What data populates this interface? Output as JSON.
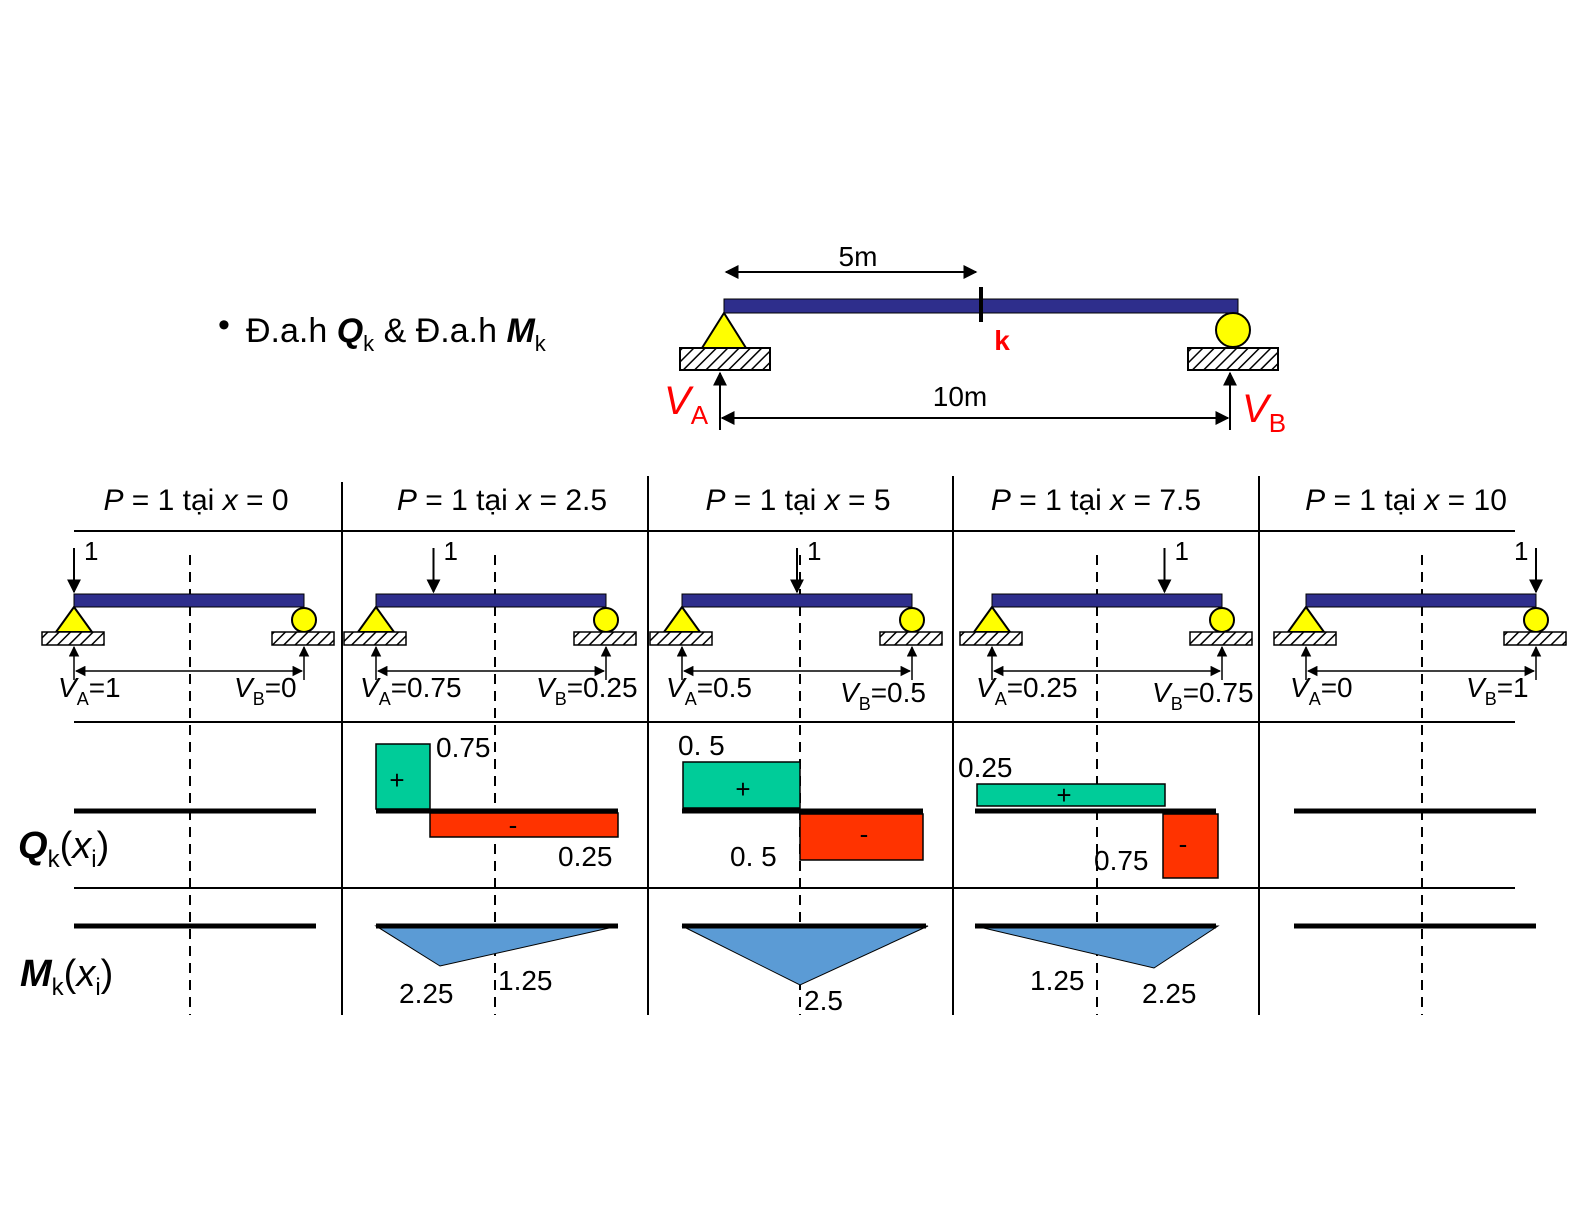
{
  "title": {
    "bullet": "•",
    "prefix": "Đ.a.h ",
    "q_symbol": "Q",
    "q_sub": "k",
    "connector": " & Đ.a.h ",
    "m_symbol": "M",
    "m_sub": "k"
  },
  "main_beam": {
    "dim_k": "5m",
    "dim_span": "10m",
    "section_label": "k",
    "va_symbol": "V",
    "va_sub": "A",
    "vb_symbol": "V",
    "vb_sub": "B"
  },
  "row_labels": {
    "q_symbol": "Q",
    "q_sub": "k",
    "q_open": "(",
    "q_arg": "x",
    "q_arg_sub": "i",
    "q_close": ")",
    "m_symbol": "M",
    "m_sub": "k",
    "m_open": "(",
    "m_arg": "x",
    "m_arg_sub": "i",
    "m_close": ")"
  },
  "load_word": "1",
  "cases": [
    {
      "p": "P",
      "eq": " = 1 tại ",
      "x": "x",
      "val": " = 0",
      "va_sym": "V",
      "va_sub": "A",
      "va_val": "=1",
      "vb_sym": "V",
      "vb_sub": "B",
      "vb_val": "=0"
    },
    {
      "p": "P",
      "eq": " = 1 tại ",
      "x": "x",
      "val": " = 2.5",
      "va_sym": "V",
      "va_sub": "A",
      "va_val": "=0.75",
      "vb_sym": "V",
      "vb_sub": "B",
      "vb_val": "=0.25",
      "q_pos": "0.75",
      "q_neg": "0.25",
      "m_left": "2.25",
      "m_right": "1.25"
    },
    {
      "p": "P",
      "eq": " = 1 tại ",
      "x": "x",
      "val": " = 5",
      "va_sym": "V",
      "va_sub": "A",
      "va_val": "=0.5",
      "vb_sym": "V",
      "vb_sub": "B",
      "vb_val": "=0.5",
      "q_pos": "0. 5",
      "q_neg": "0. 5",
      "m_mid": "2.5"
    },
    {
      "p": "P",
      "eq": " = 1 tại ",
      "x": "x",
      "val": " = 7.5",
      "va_sym": "V",
      "va_sub": "A",
      "va_val": "=0.25",
      "vb_sym": "V",
      "vb_sub": "B",
      "vb_val": "=0.75",
      "q_pos": "0.25",
      "q_neg": "0.75",
      "m_left": "1.25",
      "m_right": "2.25"
    },
    {
      "p": "P",
      "eq": " = 1 tại ",
      "x": "x",
      "val": " = 10",
      "va_sym": "V",
      "va_sub": "A",
      "va_val": "=0",
      "vb_sym": "V",
      "vb_sub": "B",
      "vb_val": "=1"
    }
  ],
  "signs": {
    "plus": "+",
    "minus": "-"
  },
  "colors": {
    "beam": "#2e2e8c",
    "support": "#ffff00",
    "positive": "#00cc99",
    "negative": "#ff3300",
    "moment": "#5b9bd5",
    "reaction": "#ff0000"
  }
}
